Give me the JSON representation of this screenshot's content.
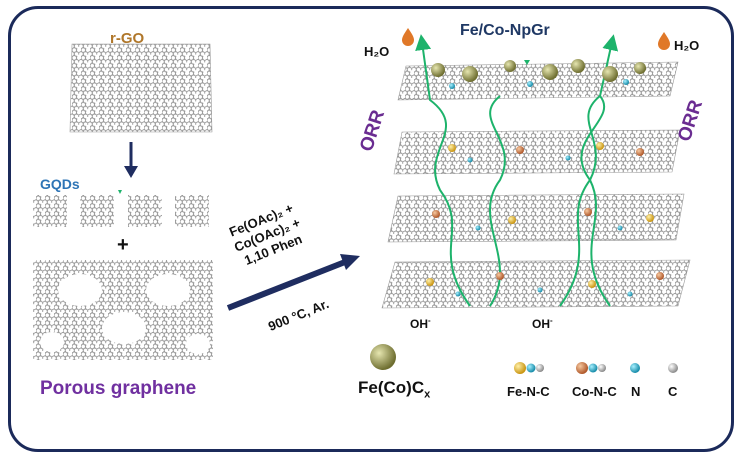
{
  "labels": {
    "rgo": "r-GO",
    "gqds": "GQDs",
    "plus": "+",
    "porous": "Porous graphene",
    "product": "Fe/Co-NpGr",
    "orr_left": "ORR",
    "orr_right": "ORR",
    "h2o_left": "H₂O",
    "h2o_right": "H₂O",
    "oh_left": "OH",
    "oh_right": "OH",
    "oh_sup": "-",
    "reagent_line1": "Fe(OAc)₂ +",
    "reagent_line2": "Co(OAc)₂ +",
    "reagent_line3": "1,10 Phen",
    "conditions": "900 °C, Ar.",
    "fecx_main": "Fe(Co)C",
    "fecx_sub": "x",
    "legend_fenc": "Fe-N-C",
    "legend_conc": "Co-N-C",
    "legend_n": "N",
    "legend_c": "C"
  },
  "colors": {
    "frame": "#1b2a5a",
    "rgo_label": "#b0772a",
    "gqds_label": "#2e75b6",
    "porous_label": "#7030a0",
    "orr_label": "#6a2c91",
    "product_label": "#1f3864",
    "arrow": "#1f2d60",
    "green_path": "#1db36b",
    "carbon": "#b5b5b5",
    "nitrogen": "#2ab0c8",
    "fe_site": "#e8b830",
    "co_site": "#d07a3a",
    "fecx": "#a8a85a",
    "water_drop": "#e07828"
  }
}
